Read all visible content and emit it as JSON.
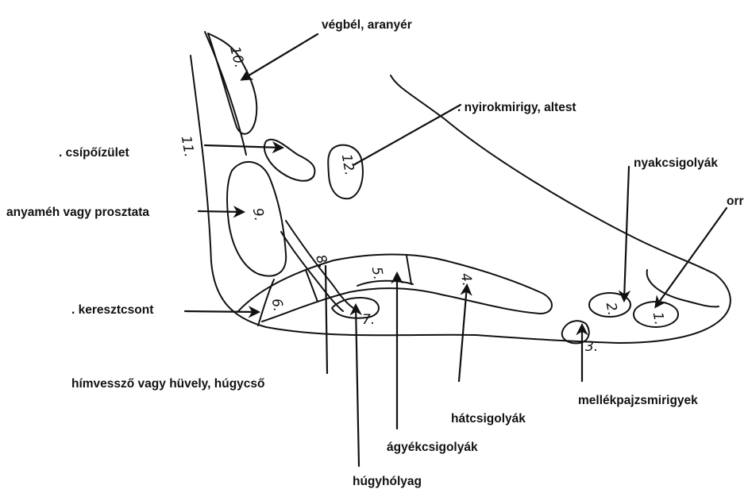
{
  "labels": {
    "vegbel": "végbél, aranyér",
    "nyirokmirigy": ". nyirokmirigy, altest",
    "csipo": ". csípőízület",
    "nyakcsigolyak": "nyakcsigolyák",
    "orr": "orr",
    "anyameh": "anyaméh vagy prosztata",
    "keresztcsont": ". keresztcsont",
    "himvesszo": "hímvessző vagy hüvely, húgycső",
    "hatcsigolyak": "hátcsigolyák",
    "mellekpajzs": "mellékpajzsmirigyek",
    "agyek": "ágyékcsigolyák",
    "hugyholyag": "húgyhólyag"
  },
  "numbers": {
    "n1": "1.",
    "n2": "2.",
    "n3": "3.",
    "n4": "4.",
    "n5": "5.",
    "n6": "6.",
    "n7": "7.",
    "n8": "8.",
    "n9": "9.",
    "n10": "10.",
    "n11": "11.",
    "n12": "12."
  }
}
